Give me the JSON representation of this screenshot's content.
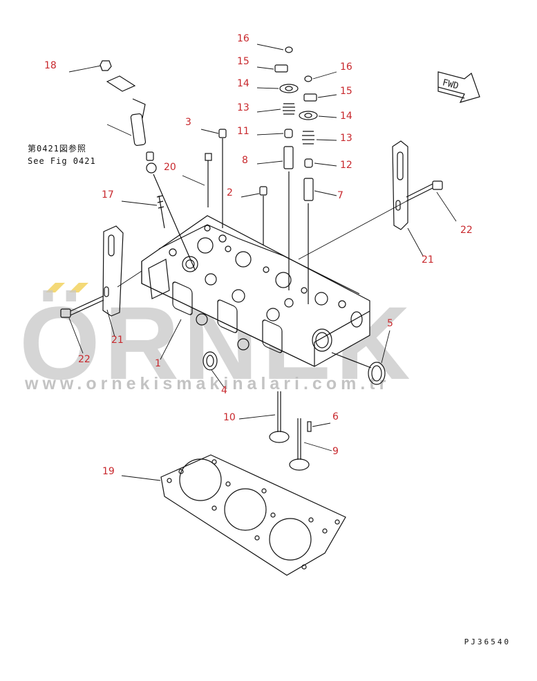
{
  "watermark": {
    "brand": "ÖRNEK",
    "url": "www.ornekismakinalari.com.tr"
  },
  "fwd_label": "FWD",
  "reference_note": {
    "line1": "第0421図参照",
    "line2": "See Fig 0421"
  },
  "drawing_code": "PJ36540",
  "callouts": [
    {
      "id": "c16a",
      "text": "16"
    },
    {
      "id": "c15a",
      "text": "15"
    },
    {
      "id": "c14a",
      "text": "14"
    },
    {
      "id": "c13a",
      "text": "13"
    },
    {
      "id": "c11",
      "text": "11"
    },
    {
      "id": "c8",
      "text": "8"
    },
    {
      "id": "c16b",
      "text": "16"
    },
    {
      "id": "c15b",
      "text": "15"
    },
    {
      "id": "c14b",
      "text": "14"
    },
    {
      "id": "c13b",
      "text": "13"
    },
    {
      "id": "c12",
      "text": "12"
    },
    {
      "id": "c7",
      "text": "7"
    },
    {
      "id": "c18",
      "text": "18"
    },
    {
      "id": "c3",
      "text": "3"
    },
    {
      "id": "c20",
      "text": "20"
    },
    {
      "id": "c2",
      "text": "2"
    },
    {
      "id": "c17",
      "text": "17"
    },
    {
      "id": "c22a",
      "text": "22"
    },
    {
      "id": "c21a",
      "text": "21"
    },
    {
      "id": "c22b",
      "text": "22"
    },
    {
      "id": "c21b",
      "text": "21"
    },
    {
      "id": "c1",
      "text": "1"
    },
    {
      "id": "c4",
      "text": "4"
    },
    {
      "id": "c5",
      "text": "5"
    },
    {
      "id": "c10",
      "text": "10"
    },
    {
      "id": "c6",
      "text": "6"
    },
    {
      "id": "c9",
      "text": "9"
    },
    {
      "id": "c19",
      "text": "19"
    }
  ]
}
